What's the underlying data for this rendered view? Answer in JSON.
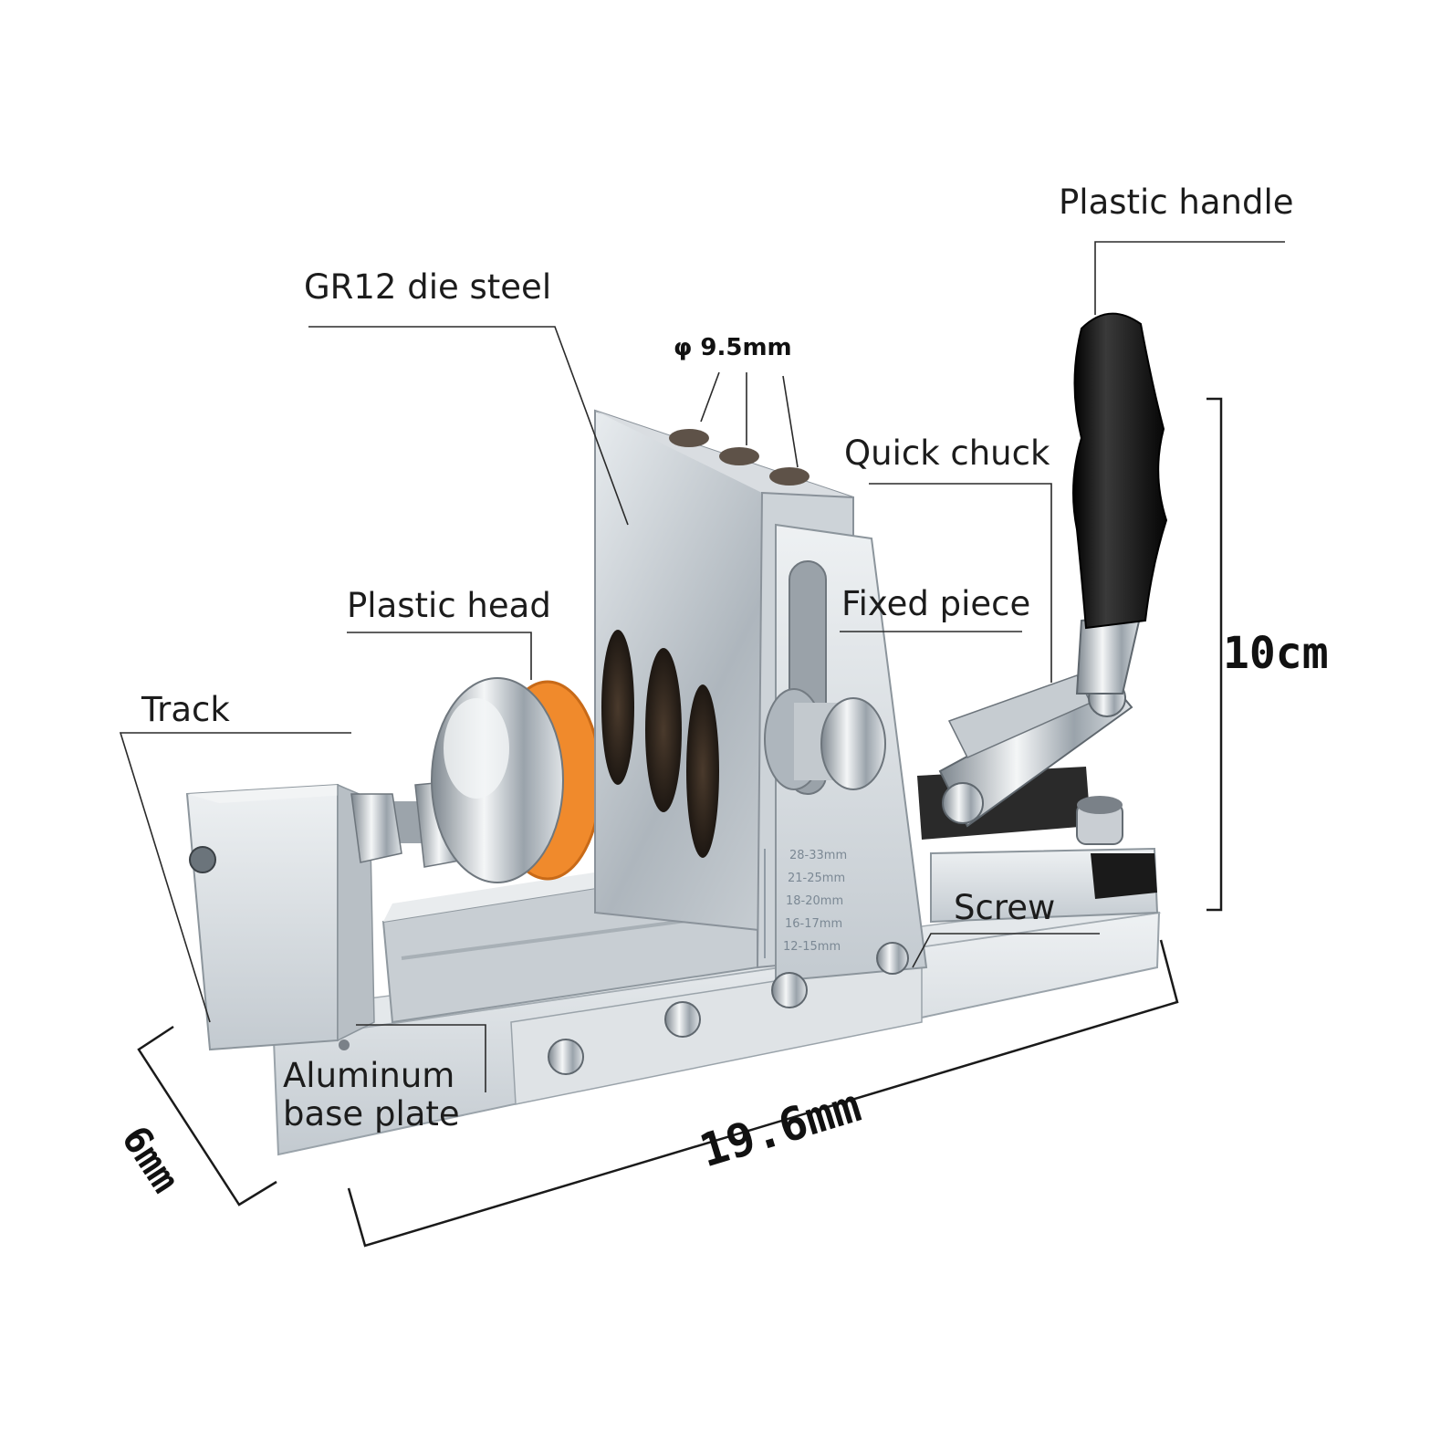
{
  "labels": {
    "plastic_handle": "Plastic handle",
    "die_steel": "GR12 die steel",
    "hole_diameter": "φ 9.5mm",
    "quick_chuck": "Quick chuck",
    "plastic_head": "Plastic head",
    "fixed_piece": "Fixed piece",
    "track": "Track",
    "screw": "Screw",
    "base_plate_line1": "Aluminum",
    "base_plate_line2": "base plate"
  },
  "dimensions": {
    "height": "10cm",
    "length": "19.6mm",
    "width": "6mm"
  },
  "scale_marks": [
    "28-33mm",
    "21-25mm",
    "18-20mm",
    "16-17mm",
    "12-15mm"
  ],
  "colors": {
    "handle": "#141414",
    "plastic_head": "#f08a2c",
    "steel": "#b9c0c7",
    "aluminum": "#d6dbe0",
    "leader": "#2a2a2a"
  }
}
